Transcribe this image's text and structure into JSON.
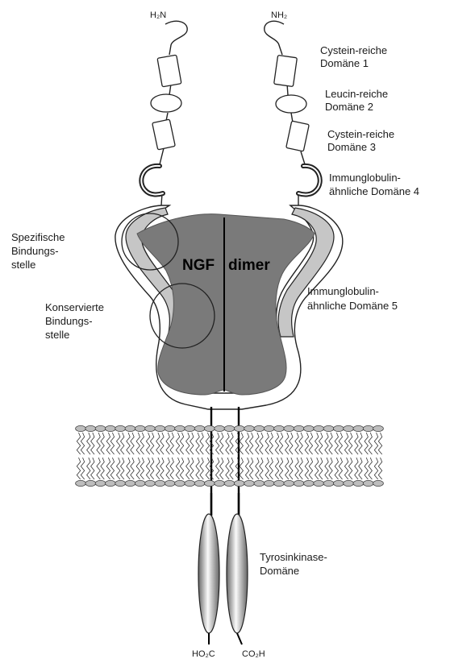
{
  "diagram": {
    "n_terminus": {
      "left": "H₂N",
      "right": "NH₂"
    },
    "c_terminus": {
      "left": "HO₂C",
      "right": "CO₂H"
    },
    "ngf": {
      "left_word": "NGF",
      "right_word": "dimer"
    },
    "labels": {
      "cys1": [
        "Cystein-reiche",
        "Domäne 1"
      ],
      "leu2": [
        "Leucin-reiche",
        "Domäne 2"
      ],
      "cys3": [
        "Cystein-reiche",
        "Domäne 3"
      ],
      "ig4": [
        "Immunglobulin-",
        "ähnliche Domäne  4"
      ],
      "specific": [
        "Spezifische",
        "Bindungs-",
        "stelle"
      ],
      "conserved": [
        "Konservierte",
        "Bindungs-",
        "stelle"
      ],
      "ig5": [
        "Immunglobulin-",
        "ähnliche Domäne 5"
      ],
      "tk": [
        "Tyrosinkinase-",
        "Domäne"
      ]
    }
  }
}
